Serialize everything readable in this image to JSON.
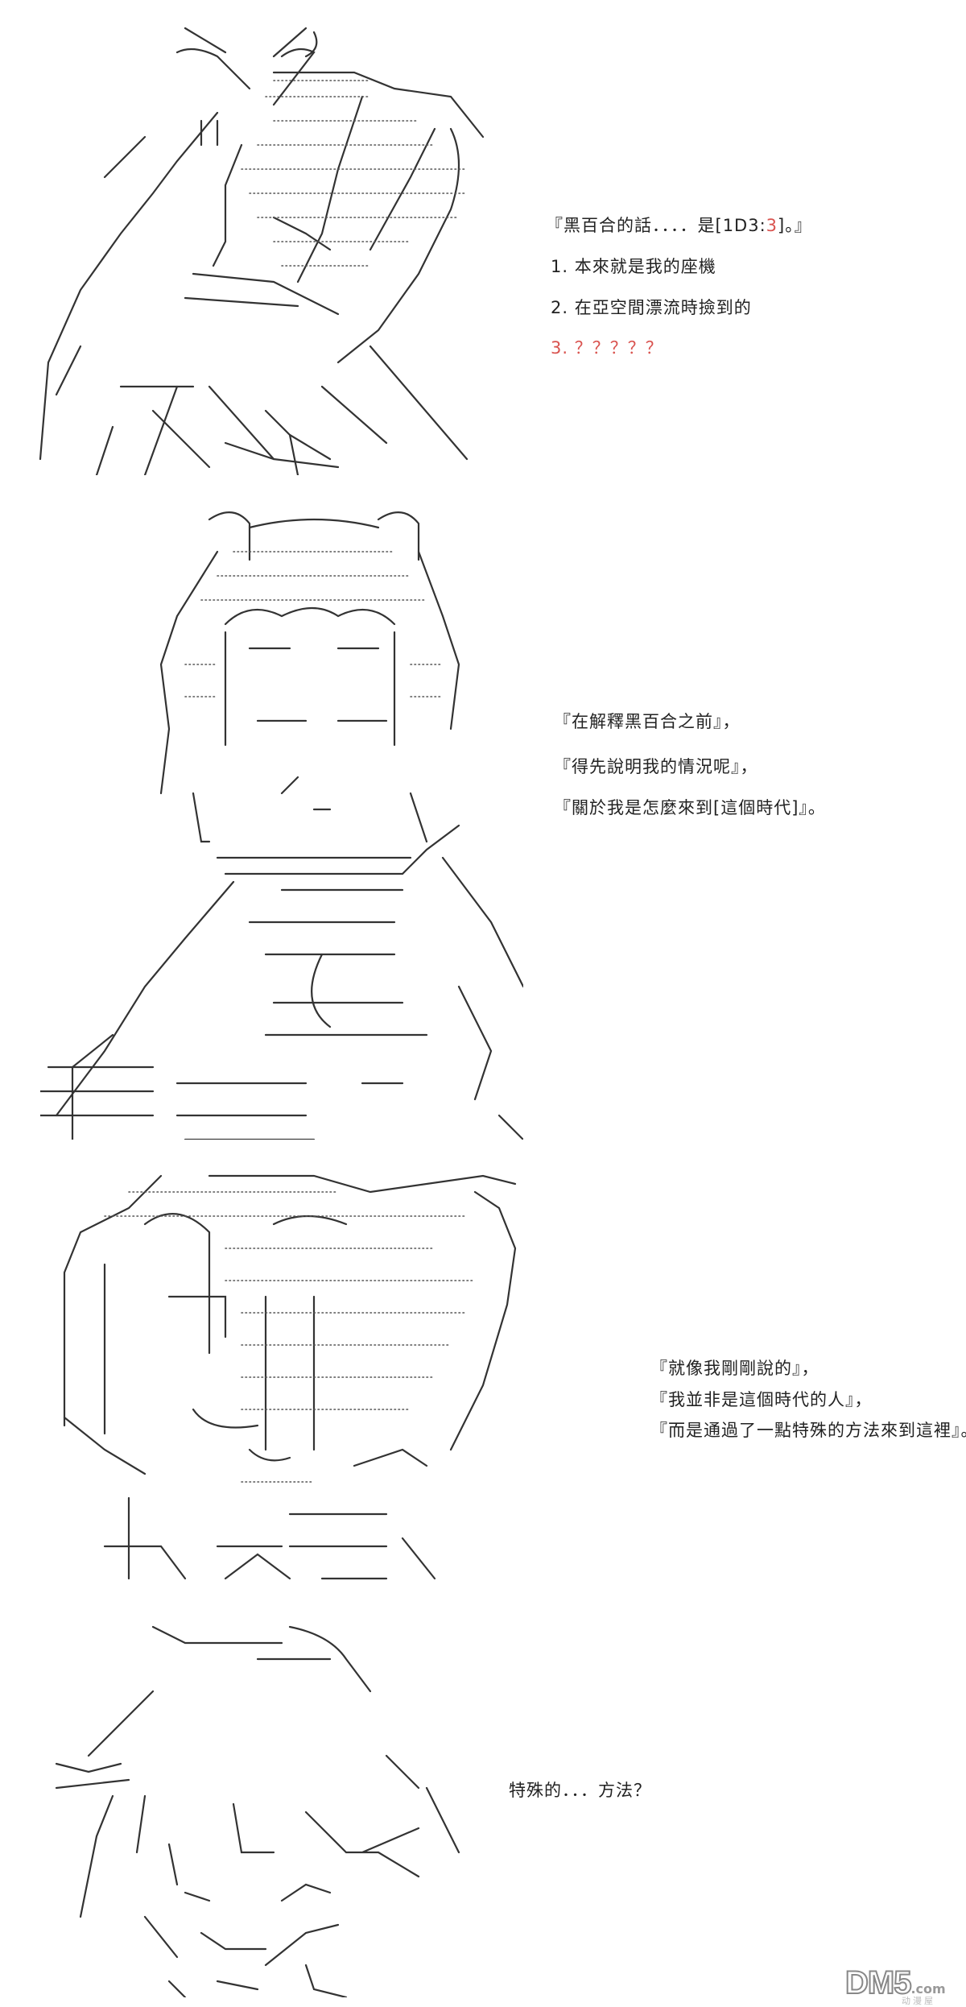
{
  "panels": [
    {
      "lines": [
        {
          "before": "『黑百合的話．．．．是[1D3:",
          "highlight": "3",
          "after": "]。』"
        },
        {
          "text": "1. 本來就是我的座機"
        },
        {
          "text": "2. 在亞空間漂流時撿到的"
        },
        {
          "text": "3. ？？？？？"
        }
      ]
    },
    {
      "lines": [
        {
          "text": "『在解釋黑百合之前』，"
        },
        {
          "text": "『得先說明我的情況呢』，"
        },
        {
          "text": "『關於我是怎麼來到[這個時代]』。"
        }
      ]
    },
    {
      "lines": [
        {
          "text": "『就像我剛剛說的』，"
        },
        {
          "text": "『我並非是這個時代的人』，"
        },
        {
          "text": "『而是通過了一點特殊的方法來到這裡』。"
        }
      ]
    },
    {
      "lines": [
        {
          "text": "特殊的．．．方法？"
        }
      ]
    }
  ],
  "watermark": {
    "brand": "DM5",
    "suffix": ".com",
    "sub": "动漫屋"
  },
  "colors": {
    "text": "#222222",
    "highlight": "#d9534f"
  }
}
